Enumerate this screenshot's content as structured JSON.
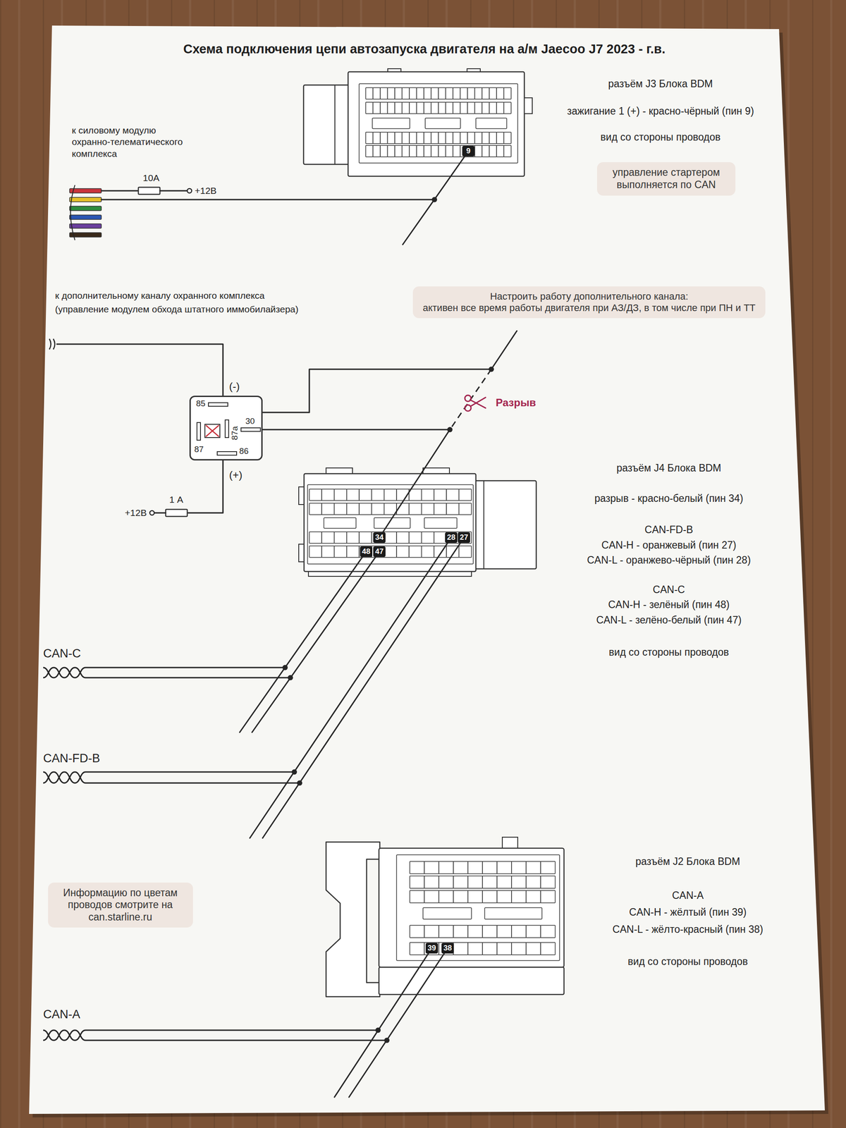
{
  "diagram": {
    "title": "Схема подключения цепи автозапуска двигателя на а/м Jaecoo J7 2023 - г.в.",
    "nodes": [
      {
        "text": [
          "9"
        ]
      },
      {
        "text": [
          "управление стартером выполняется по CAN"
        ]
      },
      {
        "text": [
          "Настроить работу дополнительного канала:",
          "активен все время работы двигателя при АЗ/ДЗ, в том числе при ПН и ТТ"
        ]
      },
      {
        "text": [
          "85",
          "30",
          "87a",
          "87",
          "86"
        ]
      },
      {
        "text": [
          "34"
        ]
      },
      {
        "text": [
          "28"
        ]
      },
      {
        "text": [
          "27"
        ]
      },
      {
        "text": [
          "48"
        ]
      },
      {
        "text": [
          "47"
        ]
      },
      {
        "text": [
          "Информацию по цветам проводов смотрите на can.starline.ru"
        ]
      },
      {
        "text": [
          "39"
        ]
      },
      {
        "text": [
          "38"
        ]
      }
    ],
    "edges": [
      {
        "from": 3,
        "to": 4,
        "arrow": "none"
      }
    ],
    "labels": [
      "разъём J3 Блока BDM",
      "зажигание 1 (+) - красно-чёрный (пин 9)",
      "к силовому модулю охранно-телематического комплекса",
      "вид со стороны проводов",
      "10A",
      "+12В",
      "к дополнительному каналу охранного комплекса",
      "(управление модулем обхода штатного иммобилайзера)",
      "(-)",
      "Разрыв",
      "разъём J4 Блока BDM",
      "(+)",
      "1 А",
      "+12В",
      "разрыв - красно-белый (пин 34)",
      "CAN-FD-B",
      "CAN-H - оранжевый (пин 27)",
      "CAN-L - оранжево-чёрный (пин 28)",
      "CAN-C",
      "CAN-H - зелёный (пин 48)",
      "CAN-L - зелёно-белый (пин 47)",
      "вид со стороны проводов",
      "CAN-C",
      "CAN-FD-B",
      "разъём J2 Блока BDM",
      "CAN-A",
      "CAN-H - жёлтый (пин 39)",
      "CAN-L - жёлто-красный (пин 38)",
      "вид со стороны проводов",
      "CAN-A"
    ]
  }
}
